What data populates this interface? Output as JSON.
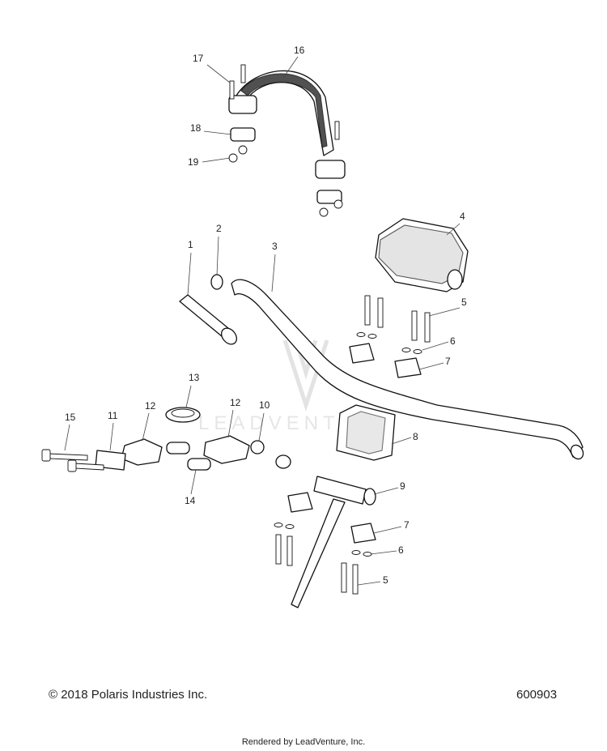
{
  "diagram": {
    "callouts": [
      "17",
      "16",
      "18",
      "19",
      "1",
      "2",
      "3",
      "4",
      "5",
      "6",
      "7",
      "13",
      "12",
      "10",
      "15",
      "11",
      "8",
      "9",
      "14",
      "7",
      "6",
      "5",
      "12"
    ],
    "watermark": "LEADVENTURE"
  },
  "footer": {
    "copyright": "© 2018 Polaris Industries Inc.",
    "reference_number": "600903",
    "rendered_by": "Rendered by LeadVenture, Inc."
  }
}
